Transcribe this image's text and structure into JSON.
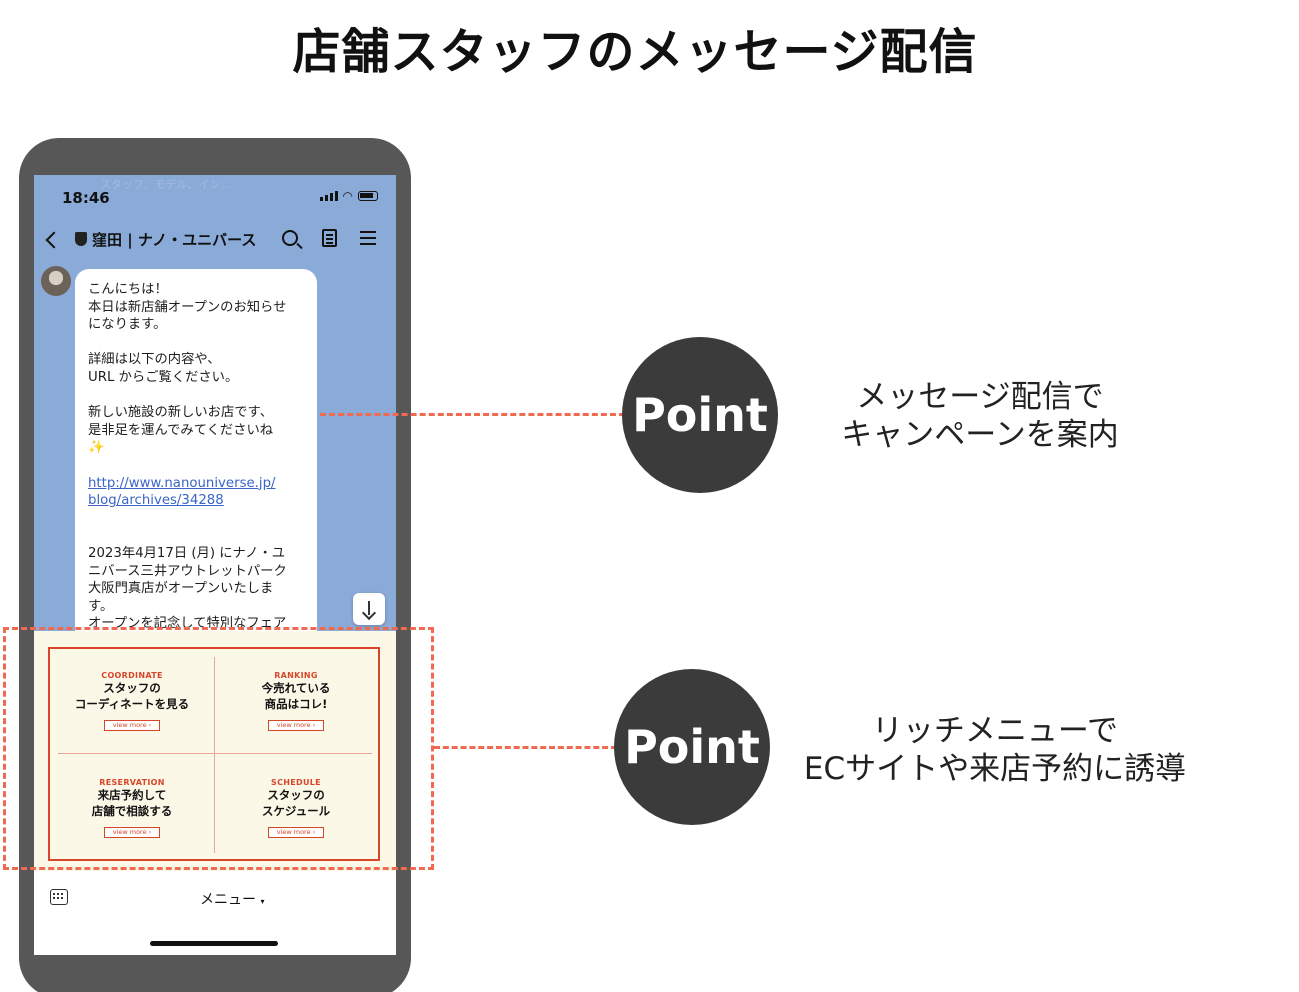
{
  "title": "店舗スタッフのメッセージ配信",
  "status_bar": {
    "time": "18:46",
    "ghost_text": "スタッフ、モデル、イン…"
  },
  "header": {
    "chat_name": "窪田 | ナノ・ユニバース"
  },
  "message": {
    "lines": [
      "こんにちは！",
      "本日は新店舗オープンのお知らせ",
      "になります。",
      "",
      "詳細は以下の内容や、",
      "URL からご覧ください。",
      "",
      "新しい施設の新しいお店です、",
      "是非足を運んでみてくださいね",
      "✨",
      "",
      "http://www.nanouniverse.jp/",
      "blog/archives/34288",
      "",
      "",
      "2023年4月17日 (月) にナノ・ユ",
      "ニバース三井アウトレットパーク",
      "大阪門真店がオープンいたしま",
      "す。",
      "オープンを記念して特別なフェア"
    ]
  },
  "rich_menu": {
    "cells": [
      {
        "category": "COORDINATE",
        "title_line1": "スタッフの",
        "title_line2": "コーディネートを見る",
        "button": "view more ›"
      },
      {
        "category": "RANKING",
        "title_line1": "今売れている",
        "title_line2": "商品はコレ!",
        "button": "view more ›"
      },
      {
        "category": "RESERVATION",
        "title_line1": "来店予約して",
        "title_line2": "店舗で相談する",
        "button": "view more ›"
      },
      {
        "category": "SCHEDULE",
        "title_line1": "スタッフの",
        "title_line2": "スケジュール",
        "button": "view more ›"
      }
    ]
  },
  "bottom_bar": {
    "menu_label": "メニュー",
    "caret": "▾"
  },
  "annotations": [
    {
      "badge": "Point",
      "line1": "メッセージ配信で",
      "line2": "キャンペーンを案内"
    },
    {
      "badge": "Point",
      "line1": "リッチメニューで",
      "line2": "ECサイトや来店予約に誘導"
    }
  ],
  "colors": {
    "accent": "#d8462a",
    "dashed": "#f06a52",
    "chat_bg": "#8aaad8",
    "badge": "#3b3b3b"
  }
}
